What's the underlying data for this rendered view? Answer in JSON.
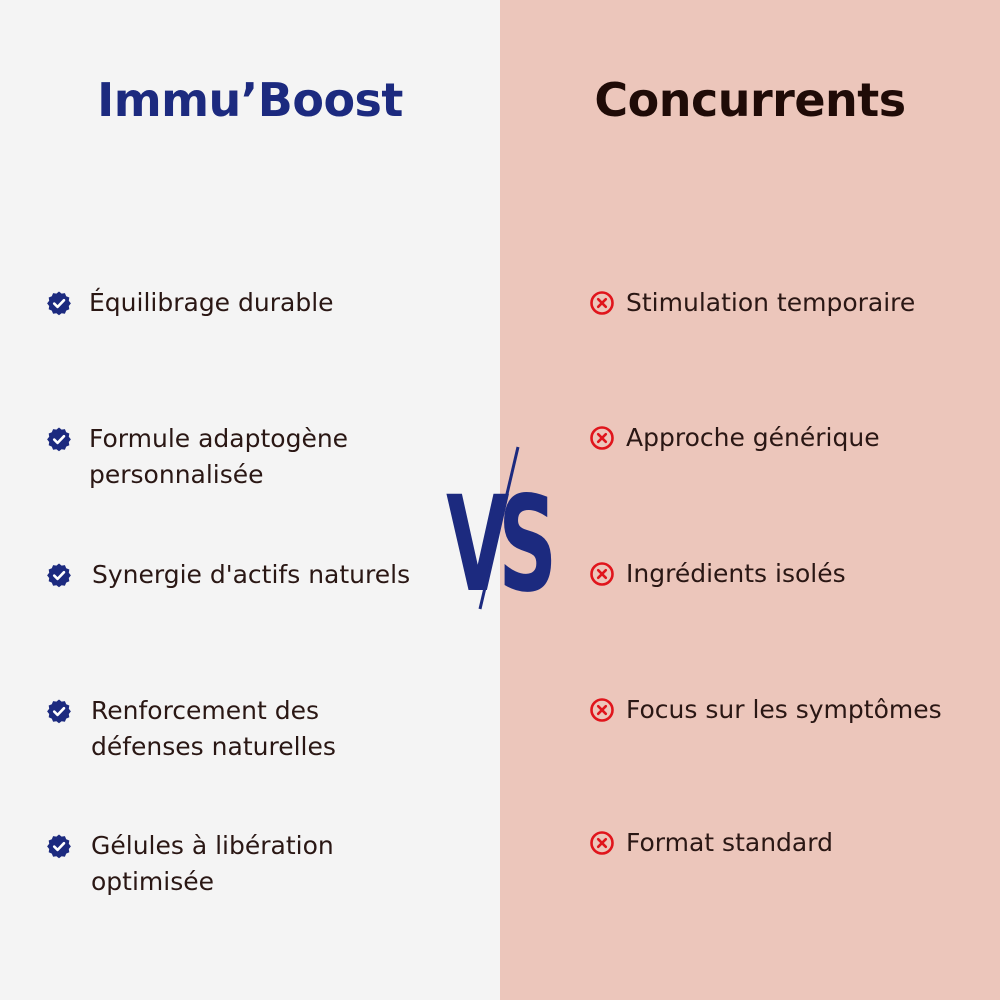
{
  "left_panel": {
    "title": "Immu’Boost",
    "items": [
      {
        "text": "Équilibrage durable",
        "icon": "check-badge-icon"
      },
      {
        "text": "Formule adaptogène personnalisée",
        "icon": "check-badge-icon"
      },
      {
        "text": "Synergie d'actifs naturels",
        "icon": "check-badge-icon"
      },
      {
        "text": "Renforcement des défenses naturelles",
        "icon": "check-badge-icon"
      },
      {
        "text": "Gélules à libération optimisée",
        "icon": "check-badge-icon"
      }
    ]
  },
  "right_panel": {
    "title": "Concurrents",
    "items": [
      {
        "text": "Stimulation temporaire",
        "icon": "x-circle-icon"
      },
      {
        "text": "Approche générique",
        "icon": "x-circle-icon"
      },
      {
        "text": "Ingrédients isolés",
        "icon": "x-circle-icon"
      },
      {
        "text": "Focus sur les symptômes",
        "icon": "x-circle-icon"
      },
      {
        "text": "Format standard",
        "icon": "x-circle-icon"
      }
    ]
  },
  "vs_label": "VS",
  "colors": {
    "left_background": "#f4f4f4",
    "right_background": "#ecc6bb",
    "brand_blue": "#1c2a7f",
    "cross_red": "#e0151c",
    "dark_text": "#1f0b07"
  }
}
